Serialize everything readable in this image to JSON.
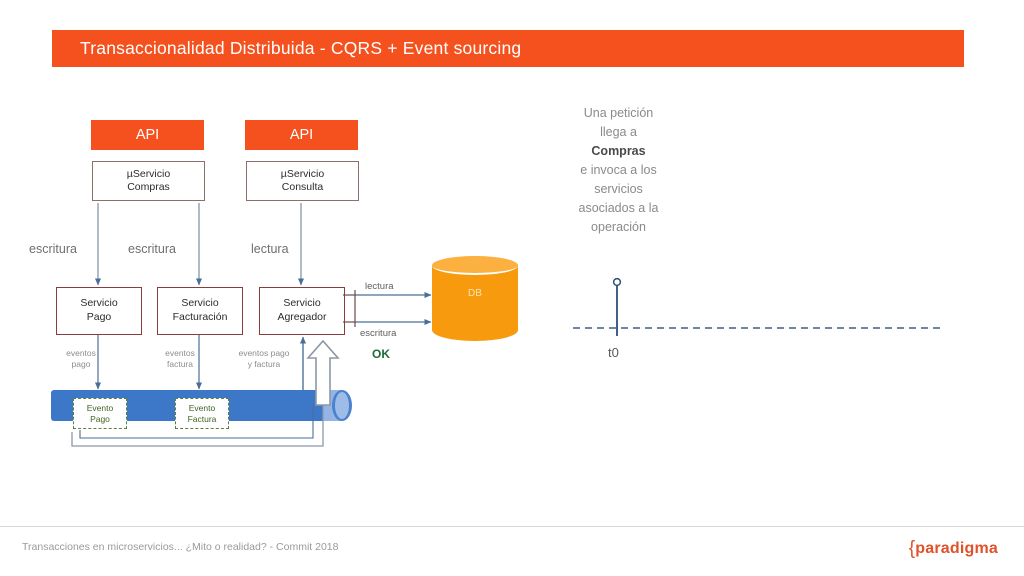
{
  "slide": {
    "title": "Transaccionalidad Distribuida - CQRS +  Event sourcing",
    "accent_color": "#f4511e"
  },
  "apis": [
    {
      "label": "API",
      "service_line1": "µServicio",
      "service_line2": "Compras"
    },
    {
      "label": "API",
      "service_line1": "µServicio",
      "service_line2": "Consulta"
    }
  ],
  "flow_labels": {
    "escritura_left": "escritura",
    "escritura_mid": "escritura",
    "lectura_right": "lectura"
  },
  "services": [
    {
      "line1": "Servicio",
      "line2": "Pago"
    },
    {
      "line1": "Servicio",
      "line2": "Facturación"
    },
    {
      "line1": "Servicio",
      "line2": "Agregador"
    }
  ],
  "event_labels": [
    {
      "line1": "eventos",
      "line2": "pago"
    },
    {
      "line1": "eventos",
      "line2": "factura"
    },
    {
      "line1": "eventos pago",
      "line2": "y factura"
    }
  ],
  "bus_events": [
    {
      "line1": "Evento",
      "line2": "Pago"
    },
    {
      "line1": "Evento",
      "line2": "Factura"
    }
  ],
  "database": {
    "label": "DB",
    "read_label": "lectura",
    "write_label": "escritura",
    "status": "OK",
    "status_color": "#1f6b3a",
    "fill_color": "#f79a0e"
  },
  "explanation": {
    "line1": "Una petición",
    "line2": "llega a",
    "bold": "Compras",
    "line3": "e invoca a los",
    "line4": "servicios",
    "line5": "asociados a la",
    "line6": "operación"
  },
  "timeline": {
    "marker_label": "t0"
  },
  "footer": {
    "text": "Transacciones en microservicios... ¿Mito o realidad? - Commit 2018",
    "logo_brace": "{",
    "logo_name": "paradigma"
  }
}
